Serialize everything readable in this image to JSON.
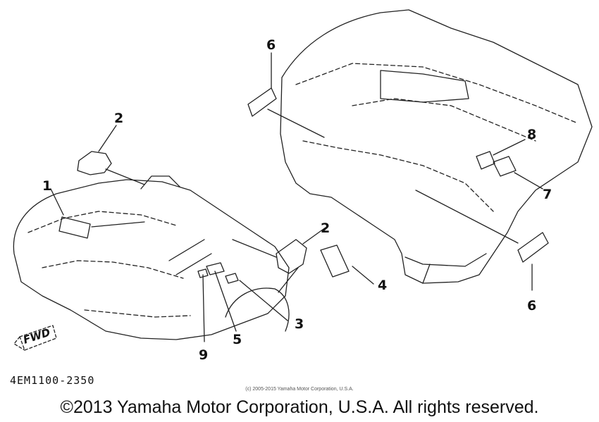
{
  "diagram": {
    "callouts": [
      "1",
      "2",
      "2",
      "3",
      "4",
      "5",
      "6",
      "6",
      "7",
      "8",
      "9"
    ],
    "fwd_label": "FWD"
  },
  "footer": {
    "part_code": "4EM1100-2350",
    "small_copyright": "(c) 2005-2015 Yamaha Motor Corporation, U.S.A.",
    "copyright": "©2013 Yamaha Motor Corporation, U.S.A. All rights reserved."
  }
}
